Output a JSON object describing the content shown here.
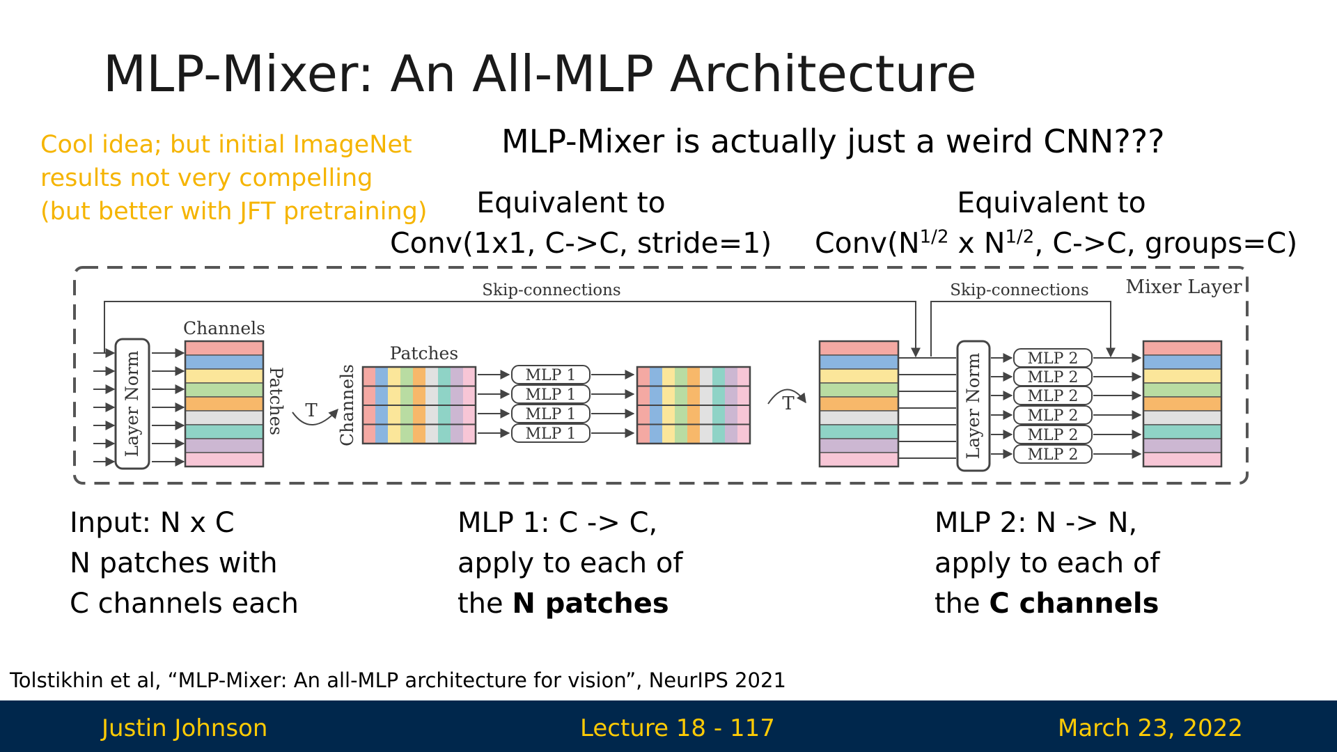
{
  "slide": {
    "title": "MLP-Mixer: An All-MLP Architecture",
    "side_note": "Cool idea; but initial ImageNet results not very compelling (but better with JFT pretraining)",
    "subtitle": "MLP-Mixer is actually just a weird CNN???"
  },
  "equivalences": {
    "left_line1": "Equivalent to",
    "left_line2": "Conv(1x1, C->C, stride=1)",
    "right_line1": "Equivalent to",
    "right_pre": "Conv(N",
    "right_sup1": "1/2",
    "right_mid": " x N",
    "right_sup2": "1/2",
    "right_post": ", C->C, groups=C)"
  },
  "diagram": {
    "mixer_layer_label": "Mixer Layer",
    "skip_left": "Skip-connections",
    "skip_right": "Skip-connections",
    "layer_norm": "Layer Norm",
    "channels_top": "Channels",
    "patches_side": "Patches",
    "transpose": "T",
    "channels_side": "Channels",
    "patches_top": "Patches",
    "mlp1_labels": [
      "MLP 1",
      "MLP 1",
      "MLP 1",
      "MLP 1"
    ],
    "mlp2_labels": [
      "MLP 2",
      "MLP 2",
      "MLP 2",
      "MLP 2",
      "MLP 2",
      "MLP 2"
    ],
    "row_colors": [
      "#f4a9a3",
      "#8ab5e0",
      "#fbe69a",
      "#b9dca2",
      "#f7b86a",
      "#e1e1e1",
      "#8fd3c6",
      "#ccb7d2",
      "#f7c6d6"
    ]
  },
  "captions": {
    "input": [
      "Input: N x C",
      "N patches with",
      "C channels each"
    ],
    "mlp1_line1": "MLP 1: C -> C,",
    "mlp1_line2": "apply to each of",
    "mlp1_pre": "the ",
    "mlp1_bold": "N patches",
    "mlp2_line1": "MLP 2: N -> N,",
    "mlp2_line2": "apply to each of",
    "mlp2_pre": "the ",
    "mlp2_bold": "C channels"
  },
  "citation": "Tolstikhin et al, “MLP-Mixer: An all-MLP architecture for vision”, NeurIPS 2021",
  "footer": {
    "author": "Justin Johnson",
    "lecture": "Lecture 18 -  117",
    "date": "March 23, 2022"
  },
  "colors": {
    "footer_bg": "#00274c",
    "footer_text": "#ffcb05",
    "note_text": "#f5b400"
  }
}
